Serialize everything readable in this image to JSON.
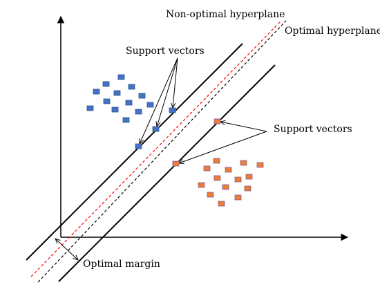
{
  "labels": {
    "non_optimal": "Non-optimal hyperplane",
    "optimal": "Optimal hyperplane",
    "support_top": "Support vectors",
    "support_right": "Support vectors",
    "margin": "Optimal margin"
  },
  "colors": {
    "class_a_fill": "#4472c4",
    "class_a_stroke": "#2f528f",
    "class_b_fill": "#ed7d31",
    "class_b_stroke": "#7f5f9f",
    "non_optimal_line": "#ff0000",
    "axis": "#000000"
  }
}
